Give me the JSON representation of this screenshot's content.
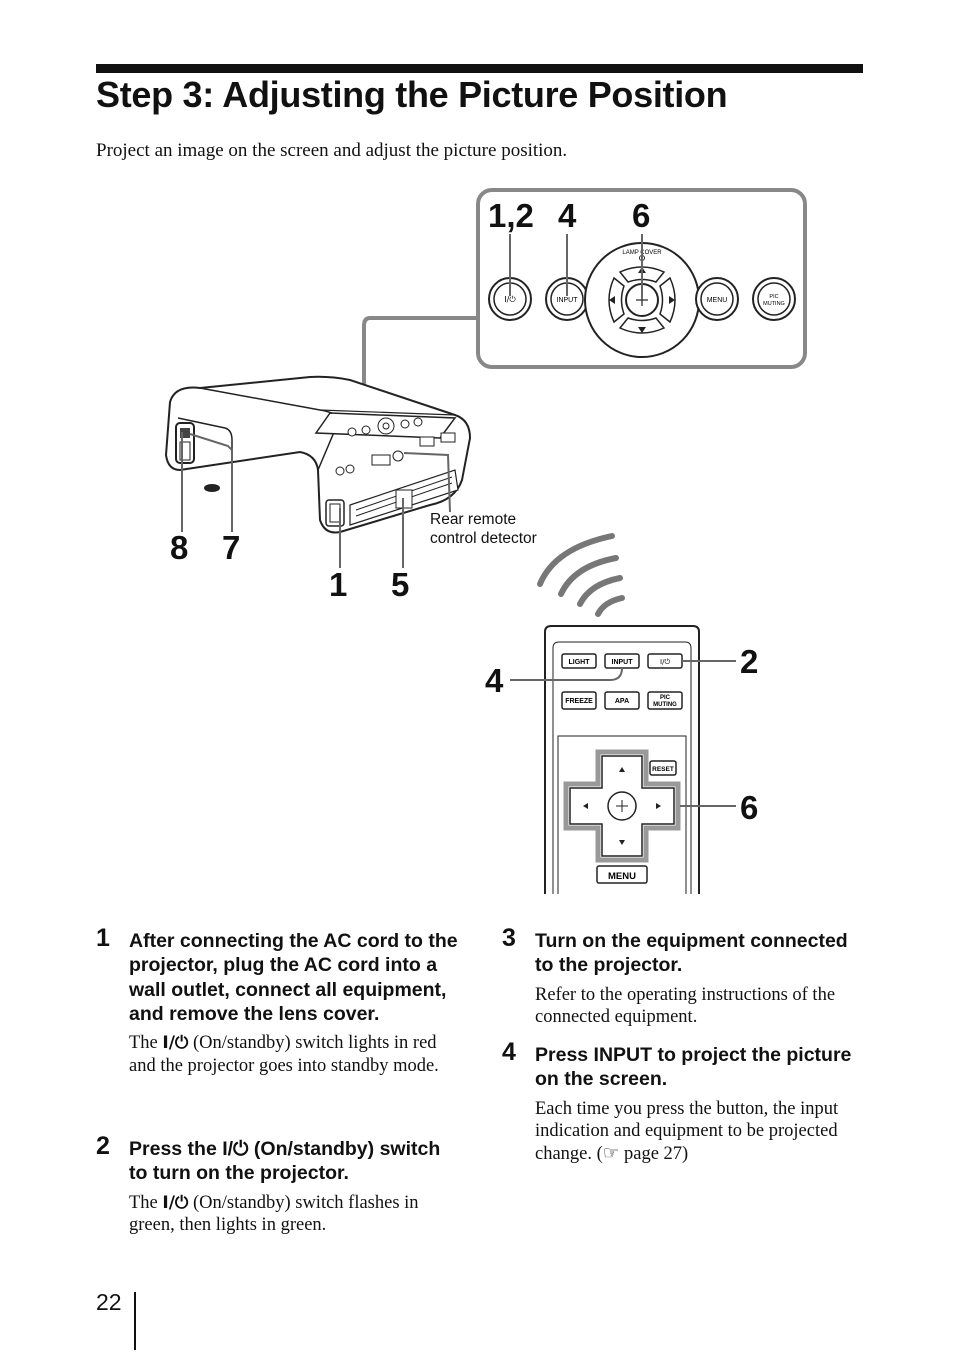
{
  "page": {
    "title": "Step 3: Adjusting the Picture Position",
    "intro": "Project an image on the screen and adjust the picture position.",
    "page_number": "22"
  },
  "figure": {
    "callouts": {
      "panel_12": "1,2",
      "panel_4": "4",
      "panel_6": "6",
      "proj_8": "8",
      "proj_7": "7",
      "proj_1": "1",
      "proj_5": "5",
      "remote_2": "2",
      "remote_4": "4",
      "remote_6": "6"
    },
    "rear_detector_label_line1": "Rear remote",
    "rear_detector_label_line2": "control detector",
    "panel_buttons": {
      "power": "I/⏻",
      "input": "INPUT",
      "lamp_cover": "LAMP COVER",
      "menu": "MENU",
      "pic_muting_line1": "PIC",
      "pic_muting_line2": "MUTING"
    },
    "remote_buttons": {
      "light": "LIGHT",
      "input": "INPUT",
      "power": "I/⏻",
      "freeze": "FREEZE",
      "apa": "APA",
      "pic_muting_line1": "PIC",
      "pic_muting_line2": "MUTING",
      "reset": "RESET",
      "menu": "MENU"
    }
  },
  "steps": [
    {
      "num": "1",
      "heading": "After connecting the AC cord to the projector, plug the AC cord into a wall outlet, connect all equipment, and remove the lens cover.",
      "body_pre": "The ",
      "body_symbol": "I/⏻",
      "body_post": " (On/standby) switch lights in red and the projector goes into standby mode."
    },
    {
      "num": "2",
      "heading_pre": "Press the ",
      "heading_symbol": "I/⏻",
      "heading_post": " (On/standby) switch to turn on the projector.",
      "body_pre": "The ",
      "body_symbol": "I/⏻",
      "body_post": " (On/standby) switch flashes in green, then lights in green."
    },
    {
      "num": "3",
      "heading": "Turn on the equipment connected to the projector.",
      "body": "Refer to the operating instructions of the connected equipment."
    },
    {
      "num": "4",
      "heading": "Press INPUT to project the picture on the screen.",
      "body": "Each time you press the button, the input indication and equipment to be projected change. (☞ page 27)"
    }
  ]
}
